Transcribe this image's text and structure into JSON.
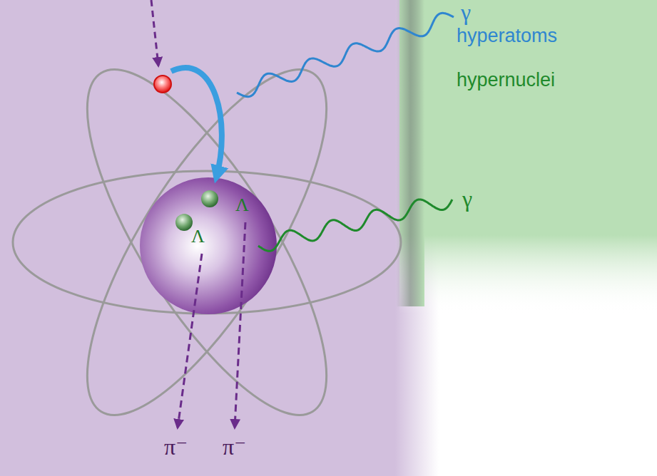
{
  "diagram": {
    "labels": [
      "γ",
      "hyperatoms",
      "hypernuclei",
      "Λ",
      "Λ",
      "γ",
      "π⁻",
      "π⁻"
    ]
  }
}
